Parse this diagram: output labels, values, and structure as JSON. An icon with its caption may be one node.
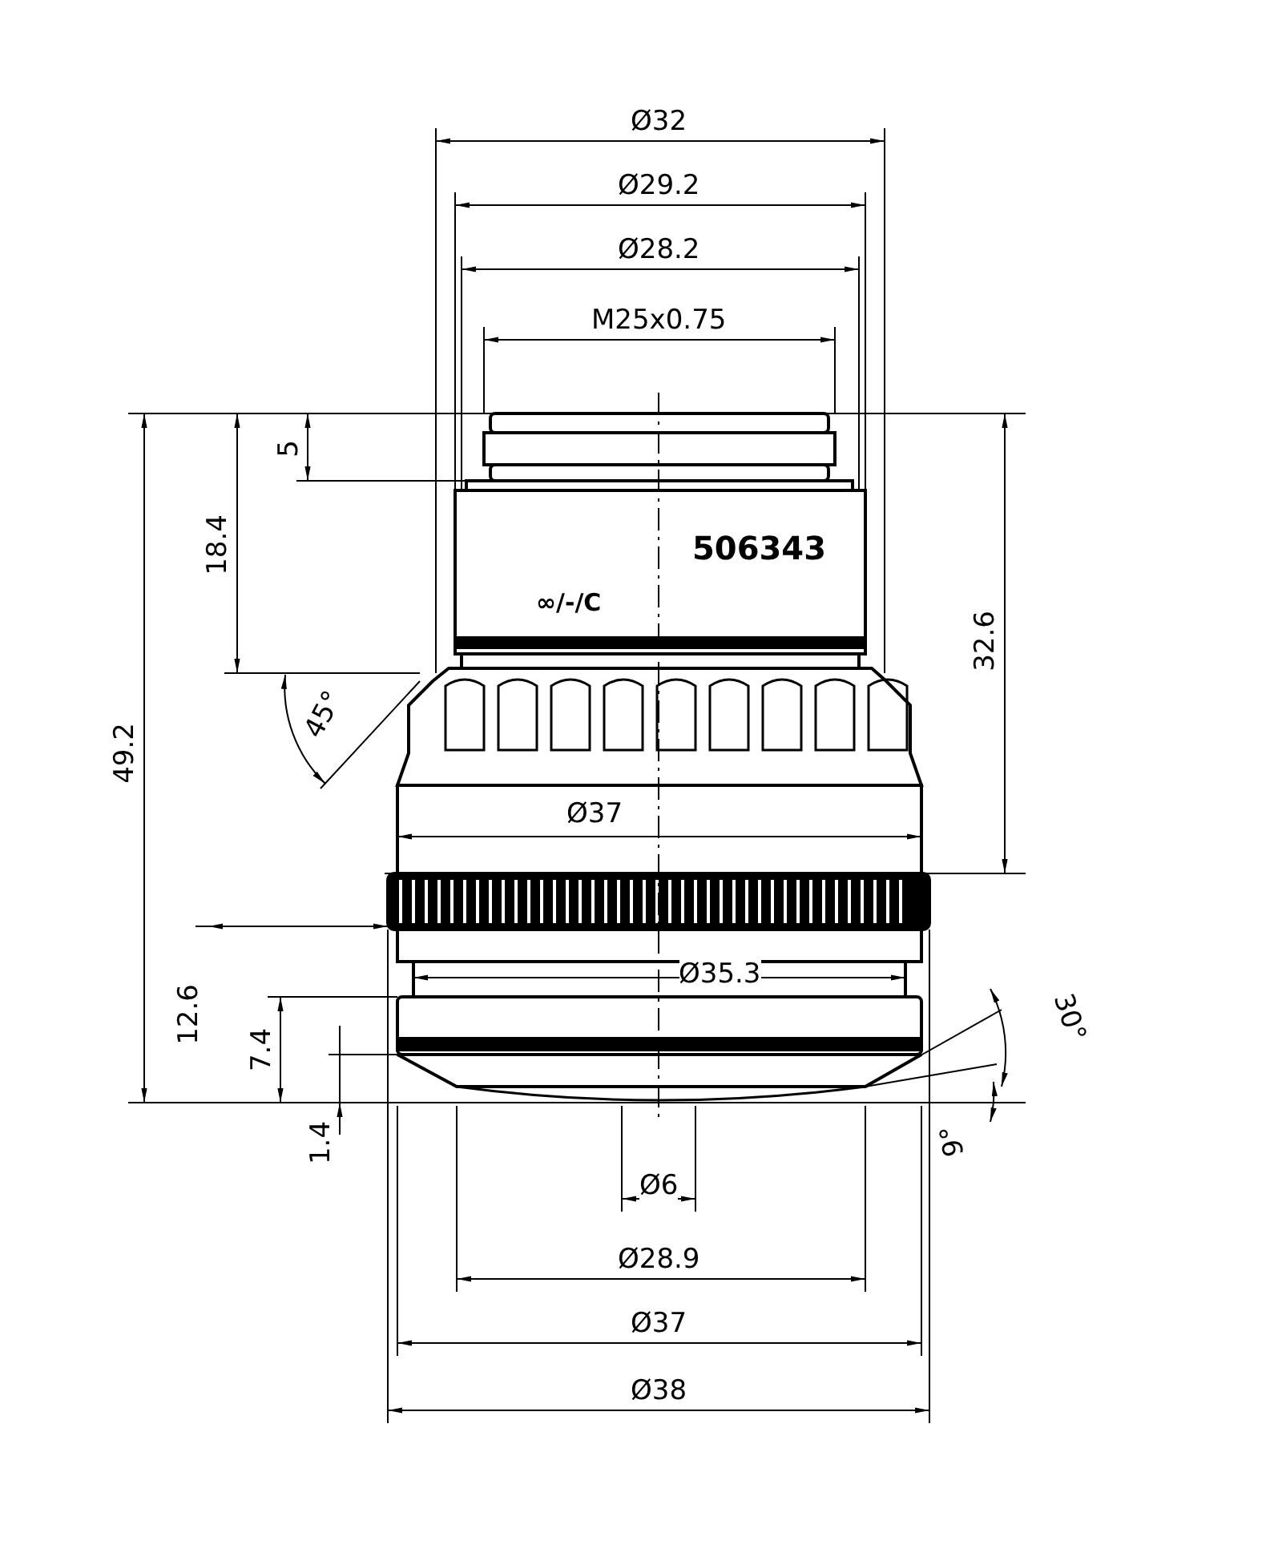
{
  "diagram": {
    "labels": [
      "Ø32",
      "Ø29.2",
      "Ø28.2",
      "M25x0.75",
      "5",
      "18.4",
      "506343",
      "∞/-/C",
      "45°",
      "49.2",
      "32.6",
      "Ø37",
      "Ø35.3",
      "30°",
      "12.6",
      "7.4",
      "9°",
      "1.4",
      "Ø6",
      "Ø28.9",
      "Ø37",
      "Ø38"
    ]
  }
}
